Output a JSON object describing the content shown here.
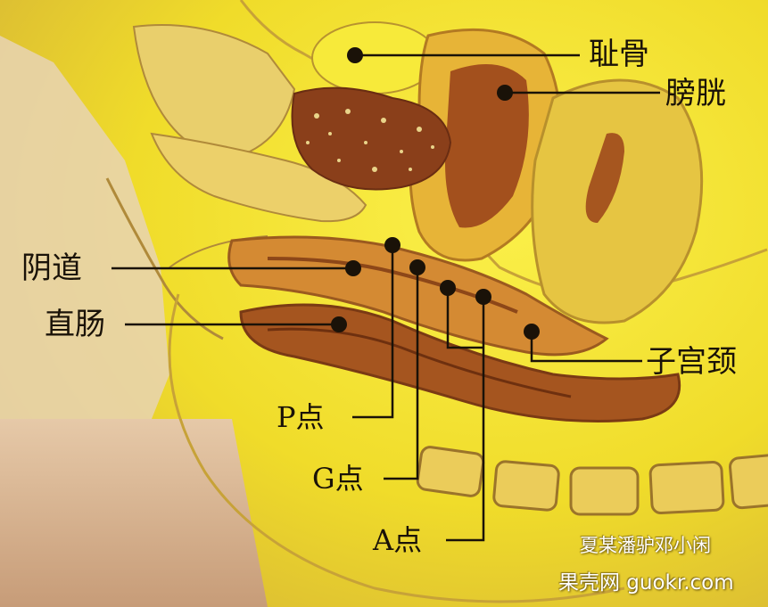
{
  "labels": {
    "pubic_bone": "耻骨",
    "bladder": "膀胱",
    "vagina": "阴道",
    "rectum": "直肠",
    "cervix": "子宫颈",
    "p_spot": "P点",
    "g_spot": "G点",
    "a_spot": "A点"
  },
  "watermark": {
    "author": "夏某潘驴邓小闲",
    "site": "果壳网 guokr.com"
  },
  "colors": {
    "background_yellow": "#f2e227",
    "tissue_brown": "#9a4e1e",
    "line": "#1a1208"
  }
}
